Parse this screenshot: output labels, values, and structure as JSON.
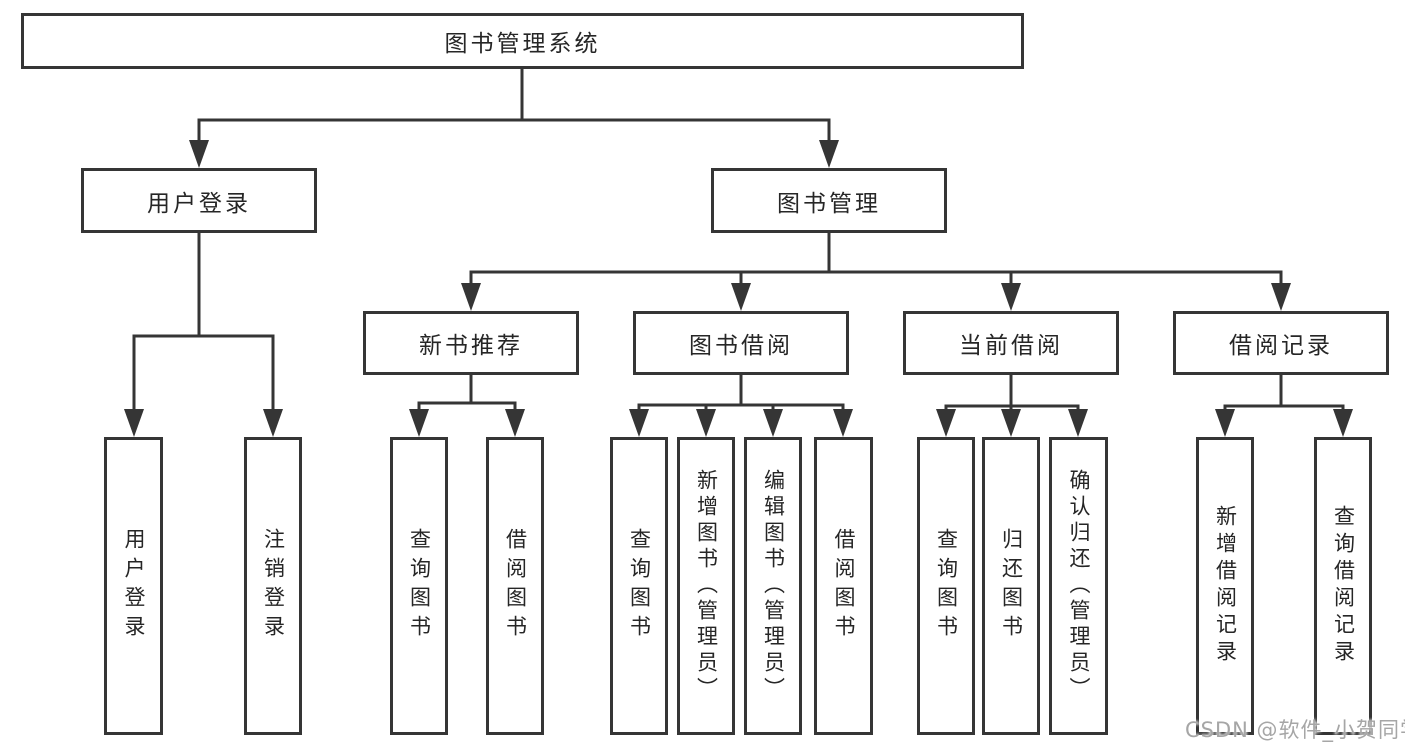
{
  "colors": {
    "line": "#353535",
    "text": "#262626",
    "watermark": "#a6a6a6"
  },
  "tree": {
    "root": {
      "label": "图书管理系统"
    },
    "user_login": {
      "label": "用户登录",
      "children": [
        "用户登录",
        "注销登录"
      ]
    },
    "book_mgmt": {
      "label": "图书管理",
      "sections": [
        {
          "label": "新书推荐",
          "children": [
            "查询图书",
            "借阅图书"
          ]
        },
        {
          "label": "图书借阅",
          "children": [
            "查询图书",
            "新增图书（管理员）",
            "编辑图书（管理员）",
            "借阅图书"
          ]
        },
        {
          "label": "当前借阅",
          "children": [
            "查询图书",
            "归还图书",
            "确认归还（管理员）"
          ]
        },
        {
          "label": "借阅记录",
          "children": [
            "新增借阅记录",
            "查询借阅记录"
          ]
        }
      ]
    }
  },
  "watermark": {
    "text": "CSDN @软件_小贺同学"
  }
}
